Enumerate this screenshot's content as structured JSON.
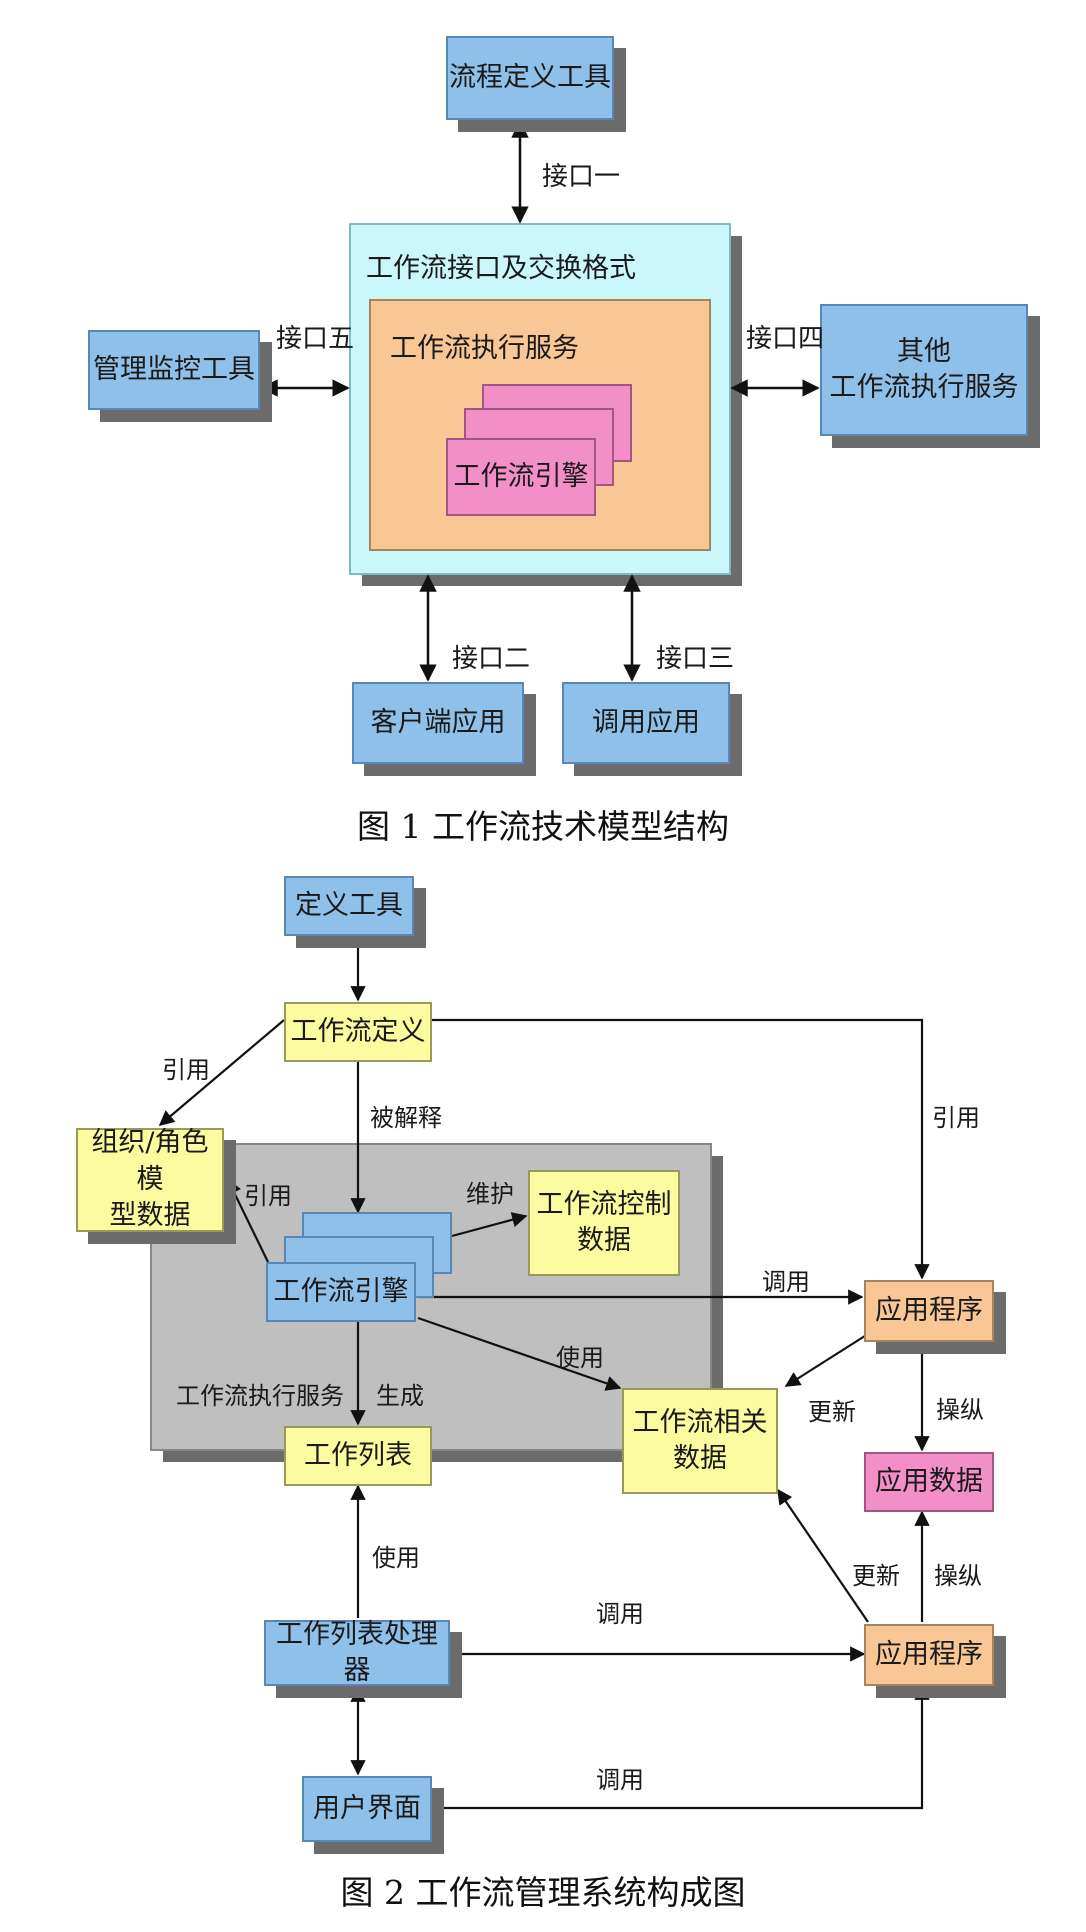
{
  "fig1": {
    "caption": "图 1 工作流技术模型结构",
    "process_def_tool": "流程定义工具",
    "interface_box_title": "工作流接口及交换格式",
    "exec_service_title": "工作流执行服务",
    "engine": "工作流引擎",
    "admin_monitor_tool": "管理监控工具",
    "other_exec_service": "其他\n工作流执行服务",
    "client_app": "客户端应用",
    "invoked_app": "调用应用",
    "if1": "接口一",
    "if2": "接口二",
    "if3": "接口三",
    "if4": "接口四",
    "if5": "接口五"
  },
  "fig2": {
    "caption": "图 2  工作流管理系统构成图",
    "define_tool": "定义工具",
    "workflow_def": "工作流定义",
    "org_role_data": "组织/角色模\n型数据",
    "control_data": "工作流控制\n数据",
    "engine": "工作流引擎",
    "exec_service_label": "工作流执行服务",
    "work_list": "工作列表",
    "relevant_data": "工作流相关\n数据",
    "app_program_1": "应用程序",
    "app_data": "应用数据",
    "app_program_2": "应用程序",
    "worklist_handler": "工作列表处理器",
    "user_interface": "用户界面",
    "ref_left": "引用",
    "ref_right": "引用",
    "ref_engine": "引用",
    "interpreted": "被解释",
    "maintain": "维护",
    "invoke_engine": "调用",
    "use_engine": "使用",
    "generate": "生成",
    "update_1": "更新",
    "operate_1": "操纵",
    "update_2": "更新",
    "operate_2": "操纵",
    "use_handler": "使用",
    "invoke_handler": "调用",
    "invoke_user": "调用"
  },
  "colors": {
    "blue": "#8fc0ea",
    "cyan": "#c9f7fa",
    "orange": "#f9c796",
    "pink": "#f28fc7",
    "yellow": "#fbfba0",
    "gray": "#bfbfbf"
  }
}
